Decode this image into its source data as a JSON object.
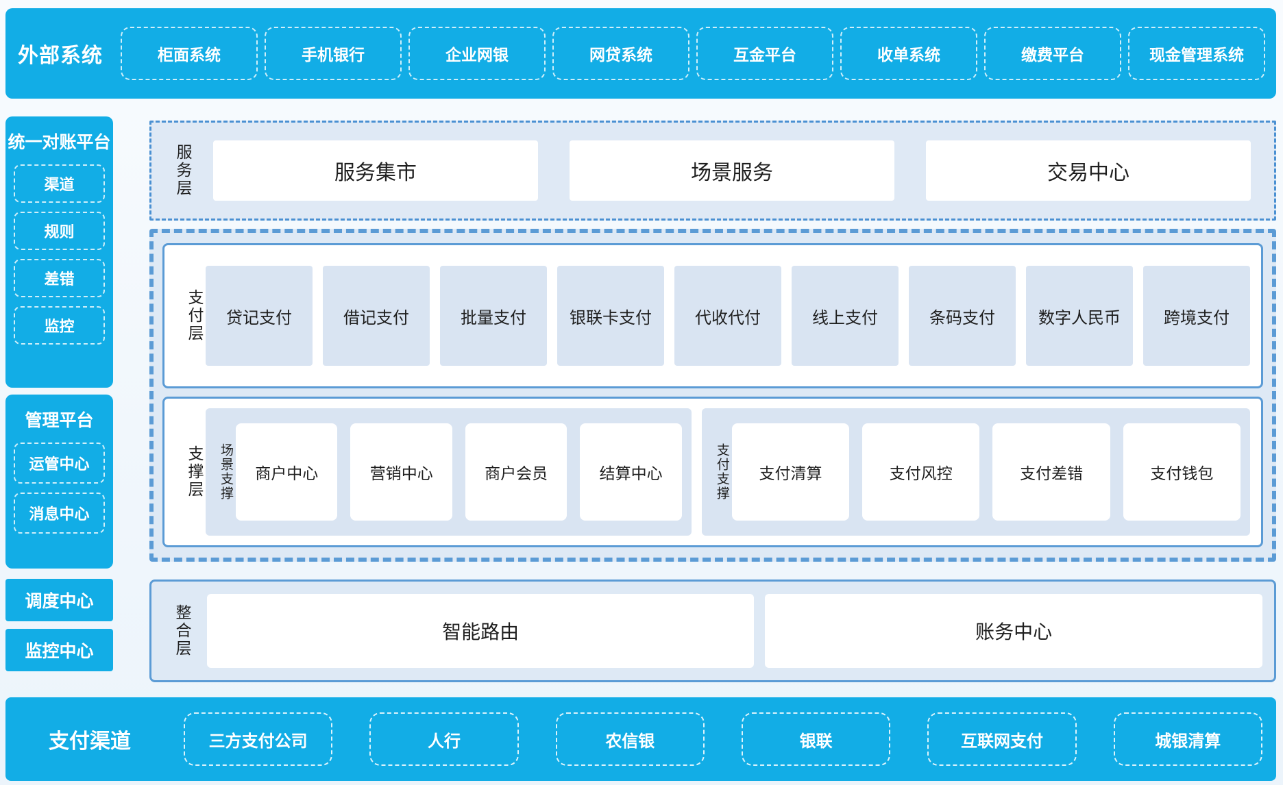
{
  "colors": {
    "accent_blue": "#12ade6",
    "panel_bg_light": "#dee9f5",
    "inner_box_blue": "#d9e4f2",
    "border_solid": "#5b9bd5",
    "border_dashdot": "#4a90d2",
    "text_dark": "#1f1f1f",
    "text_white": "#ffffff"
  },
  "top_bar": {
    "title": "外部系统",
    "items": [
      "柜面系统",
      "手机银行",
      "企业网银",
      "网贷系统",
      "互金平台",
      "收单系统",
      "缴费平台",
      "现金管理系统"
    ]
  },
  "left_column": {
    "reconciliation_platform": {
      "title": "统一对账平台",
      "items": [
        "渠道",
        "规则",
        "差错",
        "监控"
      ]
    },
    "management_platform": {
      "title": "管理平台",
      "items": [
        "运管中心",
        "消息中心"
      ]
    },
    "dispatch_center": "调度中心",
    "monitor_center": "监控中心"
  },
  "service_layer": {
    "label": "服务层",
    "boxes": [
      "服务集市",
      "场景服务",
      "交易中心"
    ]
  },
  "payment_layer": {
    "label": "支付层",
    "boxes": [
      "贷记支付",
      "借记支付",
      "批量支付",
      "银联卡支付",
      "代收代付",
      "线上支付",
      "条码支付",
      "数字人民币",
      "跨境支付"
    ]
  },
  "support_layer": {
    "label": "支撑层",
    "groups": [
      {
        "label": "场景支撑",
        "boxes": [
          "商户中心",
          "营销中心",
          "商户会员",
          "结算中心"
        ]
      },
      {
        "label": "支付支撑",
        "boxes": [
          "支付清算",
          "支付风控",
          "支付差错",
          "支付钱包"
        ]
      }
    ]
  },
  "integration_layer": {
    "label": "整合层",
    "boxes": [
      "智能路由",
      "账务中心"
    ]
  },
  "bottom_bar": {
    "title": "支付渠道",
    "items": [
      "三方支付公司",
      "人行",
      "农信银",
      "银联",
      "互联网支付",
      "城银清算"
    ]
  }
}
